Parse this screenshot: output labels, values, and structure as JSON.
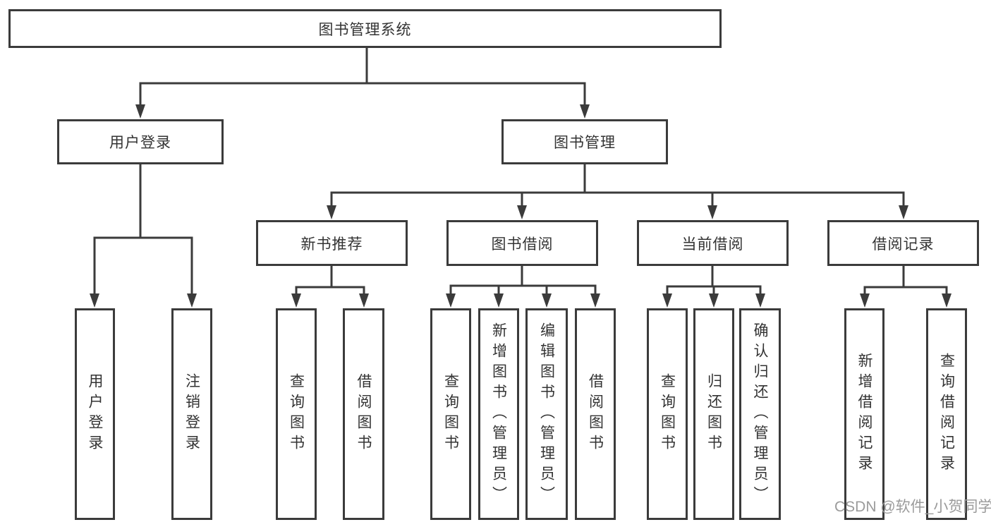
{
  "tree": {
    "label": "图书管理系统",
    "children": [
      {
        "label": "用户登录",
        "children": [
          {
            "label": "用户登录"
          },
          {
            "label": "注销登录"
          }
        ]
      },
      {
        "label": "图书管理",
        "children": [
          {
            "label": "新书推荐",
            "children": [
              {
                "label": "查询图书"
              },
              {
                "label": "借阅图书"
              }
            ]
          },
          {
            "label": "图书借阅",
            "children": [
              {
                "label": "查询图书"
              },
              {
                "label": "新增图书（管理员）"
              },
              {
                "label": "编辑图书（管理员）"
              },
              {
                "label": "借阅图书"
              }
            ]
          },
          {
            "label": "当前借阅",
            "children": [
              {
                "label": "查询图书"
              },
              {
                "label": "归还图书"
              },
              {
                "label": "确认归还（管理员）"
              }
            ]
          },
          {
            "label": "借阅记录",
            "children": [
              {
                "label": "新增借阅记录"
              },
              {
                "label": "查询借阅记录"
              }
            ]
          }
        ]
      }
    ]
  },
  "watermark": {
    "text": "CSDN @软件_小贺同学"
  },
  "colors": {
    "line": "#3b3b3b",
    "text": "#333333",
    "watermark": "#9b9b9b",
    "background": "#ffffff"
  }
}
